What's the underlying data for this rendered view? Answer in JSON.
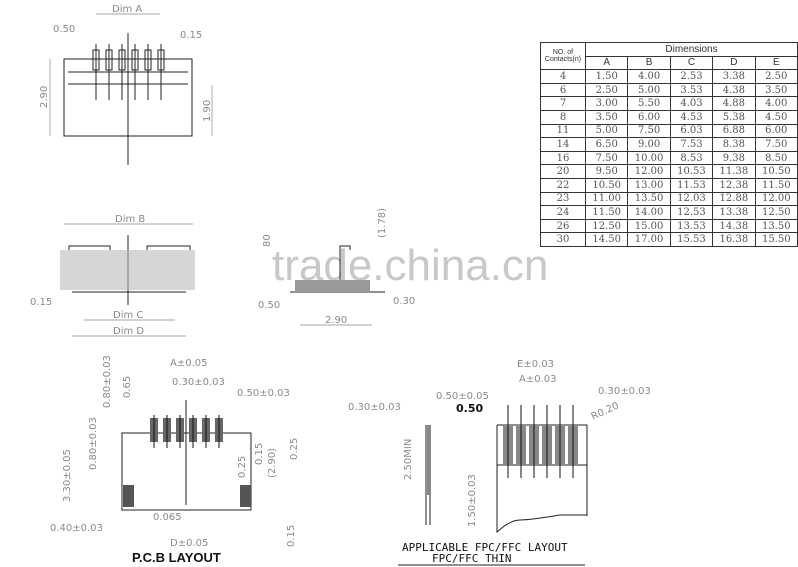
{
  "table": {
    "header_contacts": "NO. of Contacts(n)",
    "header_group": "Dimensions",
    "columns": [
      "A",
      "B",
      "C",
      "D",
      "E"
    ],
    "rows": [
      [
        "4",
        "1.50",
        "4.00",
        "2.53",
        "3.38",
        "2.50"
      ],
      [
        "6",
        "2.50",
        "5.00",
        "3.53",
        "4.38",
        "3.50"
      ],
      [
        "7",
        "3.00",
        "5.50",
        "4.03",
        "4.88",
        "4.00"
      ],
      [
        "8",
        "3.50",
        "6.00",
        "4.53",
        "5.38",
        "4.50"
      ],
      [
        "11",
        "5.00",
        "7.50",
        "6.03",
        "6.88",
        "6.00"
      ],
      [
        "14",
        "6.50",
        "9.00",
        "7.53",
        "8.38",
        "7.50"
      ],
      [
        "16",
        "7.50",
        "10.00",
        "8.53",
        "9.38",
        "8.50"
      ],
      [
        "20",
        "9.50",
        "12.00",
        "10.53",
        "11.38",
        "10.50"
      ],
      [
        "22",
        "10.50",
        "13.00",
        "11.53",
        "12.38",
        "11.50"
      ],
      [
        "23",
        "11.00",
        "13.50",
        "12.03",
        "12.88",
        "12.00"
      ],
      [
        "24",
        "11.50",
        "14.00",
        "12.53",
        "13.38",
        "12.50"
      ],
      [
        "26",
        "12.50",
        "15.00",
        "13.53",
        "14.38",
        "13.50"
      ],
      [
        "30",
        "14.50",
        "17.00",
        "15.53",
        "16.38",
        "15.50"
      ]
    ]
  },
  "top_view": {
    "dim_a": "Dim A",
    "pitch": "0.50",
    "pin_width": "0.15",
    "height": "2.90",
    "inner": "1.90"
  },
  "front_view": {
    "dim_b": "Dim B",
    "dim_c": "Dim C",
    "dim_d": "Dim D",
    "offset": "0.15"
  },
  "side_view": {
    "height": "80",
    "ref": "(1.78)",
    "left": "0.50",
    "width": "2.90",
    "right": "0.30"
  },
  "pcb": {
    "title": "P.C.B  LAYOUT",
    "labels": [
      "A±0.05",
      "0.30±0.03",
      "0.50±0.03",
      "0.80±0.03",
      "0.65",
      "3.30±0.05",
      "0.80±0.03",
      "0.25",
      "0.15",
      "(2.90)",
      "0.25",
      "0.065",
      "0.40±0.03",
      "D±0.05",
      "0.15"
    ]
  },
  "fpc": {
    "title": "APPLICABLE FPC/FFC LAYOUT",
    "subtitle": "FPC/FFC THIN",
    "labels": [
      "E±0.03",
      "A±0.03",
      "0.30±0.03",
      "0.50±0.05",
      "0.30±0.03",
      "0.50",
      "R0.20",
      "2.50MIN",
      "1.50±0.03"
    ]
  },
  "watermark": "trade.china.cn"
}
